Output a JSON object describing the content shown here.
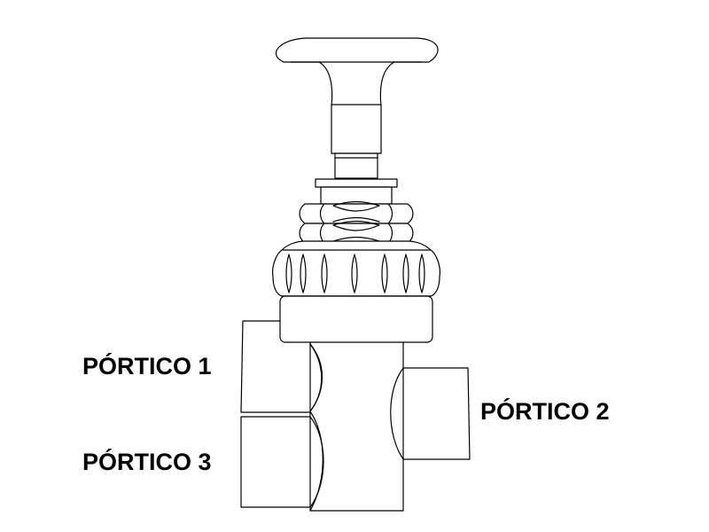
{
  "diagram": {
    "labels": {
      "port_1": "PÓRTICO 1",
      "port_2": "PÓRTICO 2",
      "port_3": "PÓRTICO 3"
    },
    "colors": {
      "line": "#000000",
      "background": "#ffffff"
    },
    "parts": [
      "handle-knob",
      "stem",
      "stem-collar",
      "packing-nut",
      "knurled-bonnet-nut",
      "bonnet",
      "valve-body",
      "port-1",
      "port-2",
      "port-3"
    ]
  }
}
